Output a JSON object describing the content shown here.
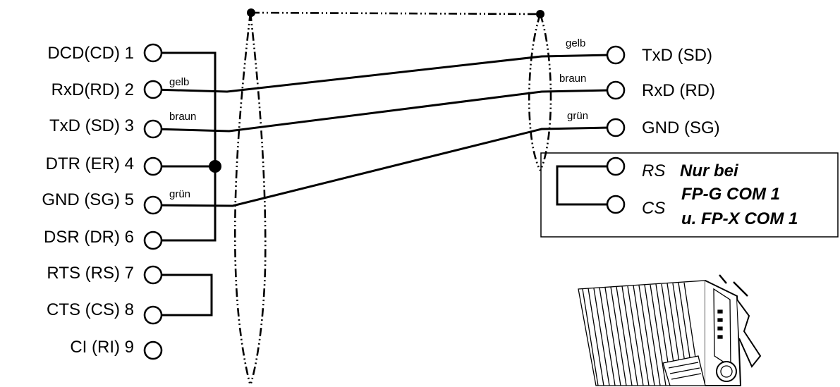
{
  "left_connector": {
    "pins": [
      {
        "label": "DCD(CD) 1"
      },
      {
        "label": "RxD(RD) 2"
      },
      {
        "label": "TxD (SD) 3"
      },
      {
        "label": "DTR (ER) 4"
      },
      {
        "label": "GND (SG) 5"
      },
      {
        "label": "DSR (DR) 6"
      },
      {
        "label": "RTS (RS) 7"
      },
      {
        "label": "CTS (CS) 8"
      },
      {
        "label": "CI (RI) 9"
      }
    ],
    "wire_colors": {
      "pin2": "gelb",
      "pin3": "braun",
      "pin5": "grün"
    }
  },
  "right_connector": {
    "pins": [
      {
        "label": "TxD (SD)",
        "wire_color": "gelb"
      },
      {
        "label": "RxD (RD)",
        "wire_color": "braun"
      },
      {
        "label": "GND (SG)",
        "wire_color": "grün"
      }
    ],
    "optional_pins": [
      {
        "label": "RS"
      },
      {
        "label": "CS"
      }
    ],
    "note": {
      "line1": "Nur bei",
      "line2": "FP-G COM 1",
      "line3": "u. FP-X COM 1"
    }
  },
  "device_illustration": {
    "icon": "plc-module-icon"
  }
}
